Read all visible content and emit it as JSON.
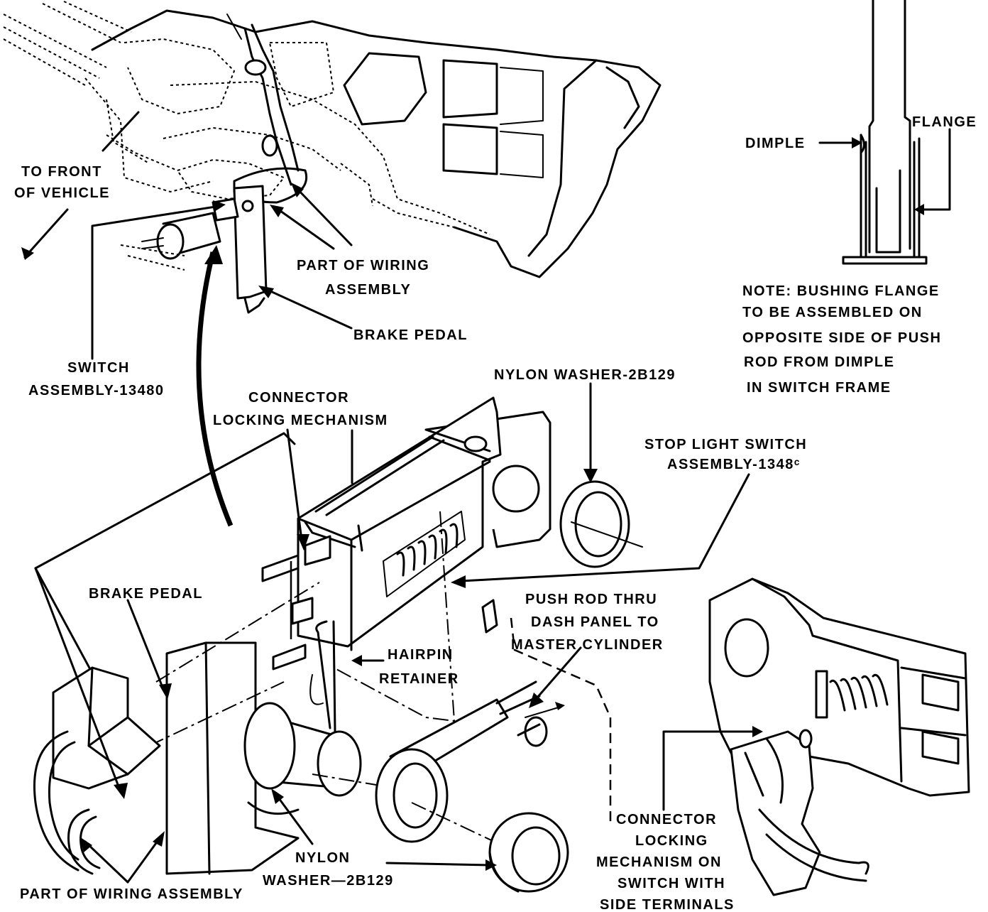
{
  "labels": {
    "to_front_of_vehicle": [
      "TO FRONT",
      "OF VEHICLE"
    ],
    "part_of_wiring_assembly_top": [
      "PART OF WIRING",
      "ASSEMBLY"
    ],
    "brake_pedal_top": "BRAKE PEDAL",
    "switch_assembly": [
      "SWITCH",
      "ASSEMBLY-13480"
    ],
    "dimple": "DIMPLE",
    "flange": "FLANGE",
    "note": [
      "NOTE: BUSHING FLANGE",
      "TO BE ASSEMBLED ON",
      "OPPOSITE SIDE OF PUSH",
      "ROD FROM DIMPLE",
      "IN SWITCH FRAME"
    ],
    "nylon_washer_top": "NYLON WASHER-2B129",
    "connector_locking_mechanism": [
      "CONNECTOR",
      "LOCKING MECHANISM"
    ],
    "stop_light_switch_assembly": [
      "STOP LIGHT SWITCH",
      "ASSEMBLY-1348ᶜ"
    ],
    "brake_pedal_lower": "BRAKE PEDAL",
    "push_rod": [
      "PUSH ROD THRU",
      "DASH PANEL TO",
      "MASTER CYLINDER"
    ],
    "hairpin_retainer": [
      "HAIRPIN",
      "RETAINER"
    ],
    "nylon_washer_bottom": [
      "NYLON",
      "WASHER—2B129"
    ],
    "connector_side_terminals": [
      "CONNECTOR",
      "LOCKING",
      "MECHANISM ON",
      "SWITCH WITH",
      "SIDE TERMINALS"
    ],
    "part_of_wiring_assembly_bottom": "PART OF WIRING ASSEMBLY"
  }
}
